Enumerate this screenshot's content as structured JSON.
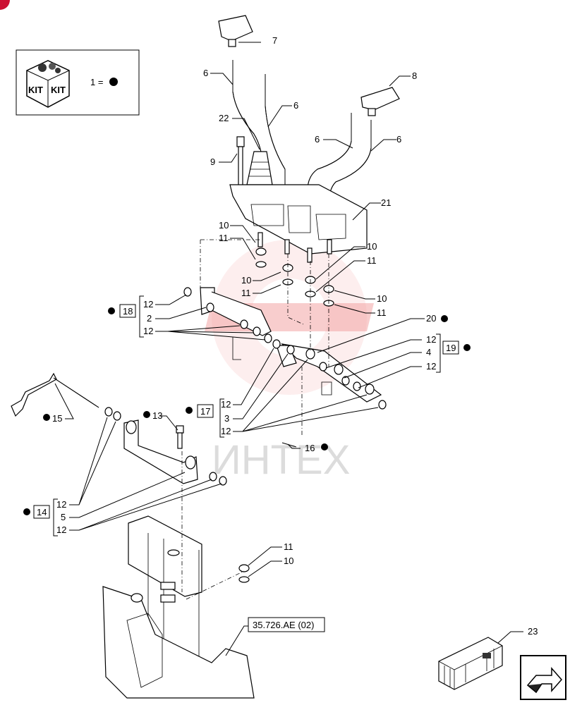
{
  "kit_box": {
    "icon_text_left": "KIT",
    "icon_text_right": "KIT",
    "legend_text": "1 ="
  },
  "watermark_text": "ИНТЕХ",
  "reference_box": "35.726.AE (02)",
  "callouts": {
    "c7": "7",
    "c6a": "6",
    "c6b": "6",
    "c6c": "6",
    "c6d": "6",
    "c8": "8",
    "c22": "22",
    "c9": "9",
    "c21": "21",
    "c10a": "10",
    "c11a": "11",
    "c10b": "10",
    "c11b": "11",
    "c10c": "10",
    "c11c": "11",
    "c10d": "10",
    "c11d": "11",
    "c20": "20",
    "c19_12a": "12",
    "c19_4": "4",
    "c19_12b": "12",
    "c18_12a": "12",
    "c18_2": "2",
    "c18_12b": "12",
    "c17_12a": "12",
    "c17_3": "3",
    "c17_12b": "12",
    "c15": "15",
    "c13": "13",
    "c16": "16",
    "c14_12a": "12",
    "c14_5": "5",
    "c14_12b": "12",
    "c11e": "11",
    "c10e": "10",
    "c23": "23"
  },
  "boxed_refs": {
    "b18": "18",
    "b19": "19",
    "b17": "17",
    "b14": "14"
  }
}
